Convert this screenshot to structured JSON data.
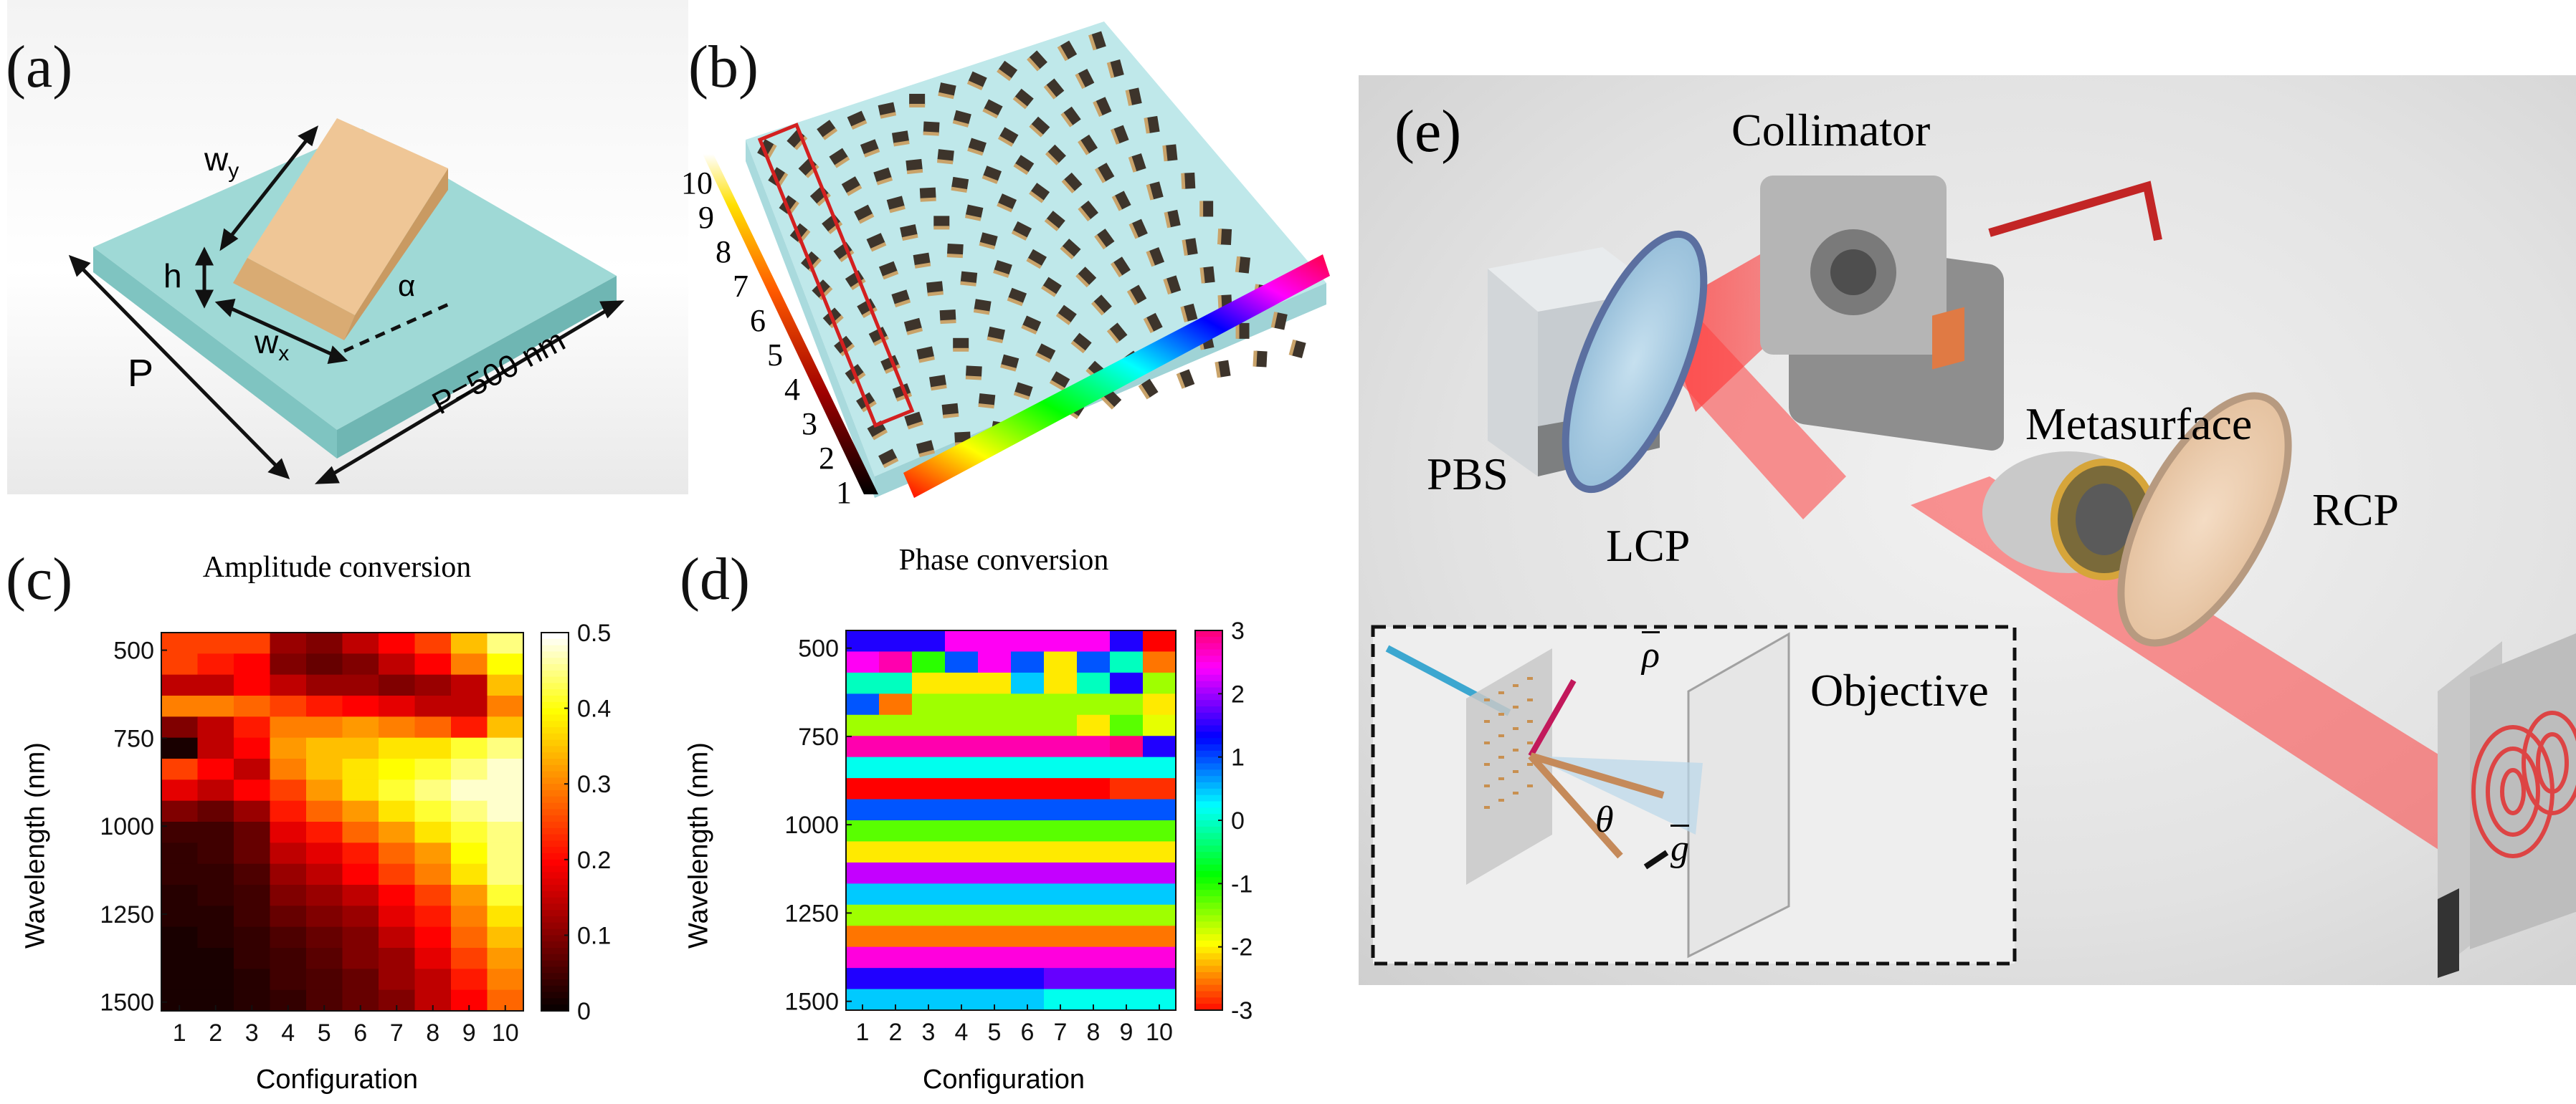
{
  "panels": {
    "a": {
      "label": "(a)",
      "wy": "w",
      "wy_sub": "y",
      "wx": "w",
      "wx_sub": "x",
      "h": "h",
      "alpha": "α",
      "P": "P",
      "P_value": "P=500 nm",
      "colors": {
        "substrate": "#9ad6d4",
        "pillar": "#eac08e"
      }
    },
    "b": {
      "label": "(b)",
      "scale_numbers": [
        "10",
        "9",
        "8",
        "7",
        "6",
        "5",
        "4",
        "3",
        "2",
        "1"
      ]
    },
    "c": {
      "label": "(c)",
      "title": "Amplitude conversion",
      "ylabel": "Wavelength (nm)",
      "xlabel": "Configuration",
      "colorbar_ticks": [
        "0.5",
        "0.4",
        "0.3",
        "0.2",
        "0.1",
        "0"
      ]
    },
    "d": {
      "label": "(d)",
      "title": "Phase conversion",
      "ylabel": "Wavelength (nm)",
      "xlabel": "Configuration",
      "colorbar_ticks": [
        "3",
        "2",
        "1",
        "0",
        "-1",
        "-2",
        "-3"
      ]
    },
    "e": {
      "label": "(e)",
      "collimator": "Collimator",
      "pbs": "PBS",
      "metasurface": "Metasurface",
      "lcp": "LCP",
      "rcp": "RCP",
      "objective": "Objective",
      "rho": "ρ",
      "g": "g",
      "theta": "θ"
    }
  },
  "chart_data": [
    {
      "type": "heatmap",
      "title": "Amplitude conversion",
      "xlabel": "Configuration",
      "ylabel": "Wavelength (nm)",
      "x": [
        1,
        2,
        3,
        4,
        5,
        6,
        7,
        8,
        9,
        10
      ],
      "yticks": [
        500,
        750,
        1000,
        1250,
        1500
      ],
      "ylim": [
        450,
        1525
      ],
      "colorbar": {
        "min": 0,
        "max": 0.5,
        "ticks": [
          0,
          0.1,
          0.2,
          0.3,
          0.4,
          0.5
        ]
      },
      "values": [
        [
          0.25,
          0.25,
          0.25,
          0.12,
          0.1,
          0.15,
          0.2,
          0.25,
          0.35,
          0.45
        ],
        [
          0.25,
          0.22,
          0.2,
          0.1,
          0.08,
          0.1,
          0.15,
          0.2,
          0.3,
          0.4
        ],
        [
          0.15,
          0.15,
          0.2,
          0.15,
          0.12,
          0.12,
          0.1,
          0.12,
          0.15,
          0.35
        ],
        [
          0.3,
          0.3,
          0.28,
          0.25,
          0.22,
          0.2,
          0.18,
          0.15,
          0.15,
          0.3
        ],
        [
          0.1,
          0.15,
          0.22,
          0.3,
          0.3,
          0.32,
          0.3,
          0.28,
          0.22,
          0.35
        ],
        [
          0.02,
          0.15,
          0.2,
          0.32,
          0.35,
          0.35,
          0.38,
          0.38,
          0.42,
          0.45
        ],
        [
          0.25,
          0.2,
          0.15,
          0.3,
          0.35,
          0.38,
          0.4,
          0.42,
          0.45,
          0.48
        ],
        [
          0.18,
          0.15,
          0.2,
          0.25,
          0.32,
          0.38,
          0.42,
          0.45,
          0.48,
          0.48
        ],
        [
          0.1,
          0.08,
          0.12,
          0.22,
          0.28,
          0.32,
          0.38,
          0.42,
          0.45,
          0.48
        ],
        [
          0.05,
          0.05,
          0.08,
          0.18,
          0.22,
          0.28,
          0.32,
          0.38,
          0.42,
          0.45
        ],
        [
          0.04,
          0.05,
          0.08,
          0.15,
          0.18,
          0.22,
          0.28,
          0.32,
          0.4,
          0.45
        ],
        [
          0.04,
          0.04,
          0.06,
          0.12,
          0.15,
          0.2,
          0.25,
          0.3,
          0.38,
          0.45
        ],
        [
          0.03,
          0.04,
          0.05,
          0.1,
          0.12,
          0.15,
          0.2,
          0.25,
          0.32,
          0.42
        ],
        [
          0.03,
          0.03,
          0.05,
          0.08,
          0.1,
          0.12,
          0.18,
          0.22,
          0.3,
          0.38
        ],
        [
          0.02,
          0.03,
          0.04,
          0.06,
          0.08,
          0.1,
          0.15,
          0.2,
          0.28,
          0.35
        ],
        [
          0.02,
          0.02,
          0.04,
          0.05,
          0.07,
          0.1,
          0.12,
          0.18,
          0.25,
          0.32
        ],
        [
          0.02,
          0.02,
          0.03,
          0.05,
          0.06,
          0.08,
          0.12,
          0.15,
          0.22,
          0.3
        ],
        [
          0.02,
          0.02,
          0.03,
          0.04,
          0.06,
          0.08,
          0.1,
          0.15,
          0.2,
          0.28
        ]
      ]
    },
    {
      "type": "heatmap",
      "title": "Phase conversion",
      "xlabel": "Configuration",
      "ylabel": "Wavelength (nm)",
      "x": [
        1,
        2,
        3,
        4,
        5,
        6,
        7,
        8,
        9,
        10
      ],
      "yticks": [
        500,
        750,
        1000,
        1250,
        1500
      ],
      "ylim": [
        450,
        1525
      ],
      "colorbar": {
        "min": -3,
        "max": 3,
        "ticks": [
          -3,
          -2,
          -1,
          0,
          1,
          2,
          3
        ]
      },
      "values": [
        [
          1.5,
          1.5,
          1.5,
          2.5,
          2.5,
          2.5,
          2.5,
          2.5,
          1.5,
          -3.0
        ],
        [
          2.5,
          2.8,
          -1.0,
          1.0,
          2.5,
          1.0,
          -2.0,
          1.0,
          0.0,
          -2.5
        ],
        [
          0.0,
          0.0,
          -2.0,
          -2.0,
          -2.0,
          0.5,
          -2.0,
          0.0,
          1.5,
          -1.5
        ],
        [
          1.0,
          -2.5,
          -1.5,
          -1.5,
          -1.5,
          -1.5,
          -1.5,
          -1.5,
          -1.5,
          -2.0
        ],
        [
          -1.5,
          -1.5,
          -1.5,
          -1.5,
          -1.5,
          -1.5,
          -1.5,
          -2.0,
          -1.2,
          -1.8
        ],
        [
          2.8,
          2.8,
          2.8,
          2.8,
          2.8,
          2.8,
          2.8,
          2.8,
          3.0,
          1.5
        ],
        [
          0.2,
          0.2,
          0.2,
          0.2,
          0.2,
          0.2,
          0.2,
          0.2,
          0.2,
          0.2
        ],
        [
          -3.0,
          -3.0,
          -3.0,
          -3.0,
          -3.0,
          -3.0,
          -3.0,
          -3.0,
          -2.8,
          -2.8
        ],
        [
          1.0,
          1.0,
          1.0,
          1.0,
          1.0,
          1.0,
          1.0,
          1.0,
          1.0,
          1.0
        ],
        [
          -1.2,
          -1.2,
          -1.2,
          -1.2,
          -1.2,
          -1.2,
          -1.2,
          -1.2,
          -1.2,
          -1.2
        ],
        [
          -2.0,
          -2.0,
          -2.0,
          -2.0,
          -2.0,
          -2.0,
          -2.0,
          -2.0,
          -2.0,
          -2.0
        ],
        [
          2.2,
          2.2,
          2.2,
          2.2,
          2.2,
          2.2,
          2.2,
          2.2,
          2.2,
          2.2
        ],
        [
          0.5,
          0.5,
          0.5,
          0.5,
          0.5,
          0.5,
          0.5,
          0.5,
          0.5,
          0.5
        ],
        [
          -1.5,
          -1.5,
          -1.5,
          -1.5,
          -1.5,
          -1.5,
          -1.5,
          -1.5,
          -1.5,
          -1.5
        ],
        [
          -2.5,
          -2.5,
          -2.5,
          -2.5,
          -2.5,
          -2.5,
          -2.5,
          -2.5,
          -2.5,
          -2.5
        ],
        [
          2.6,
          2.6,
          2.6,
          2.6,
          2.6,
          2.6,
          2.6,
          2.6,
          2.6,
          2.6
        ],
        [
          1.5,
          1.5,
          1.5,
          1.5,
          1.5,
          1.5,
          1.8,
          1.8,
          1.8,
          1.8
        ],
        [
          0.5,
          0.5,
          0.5,
          0.5,
          0.5,
          0.5,
          0.2,
          0.2,
          0.2,
          0.2
        ]
      ]
    }
  ]
}
